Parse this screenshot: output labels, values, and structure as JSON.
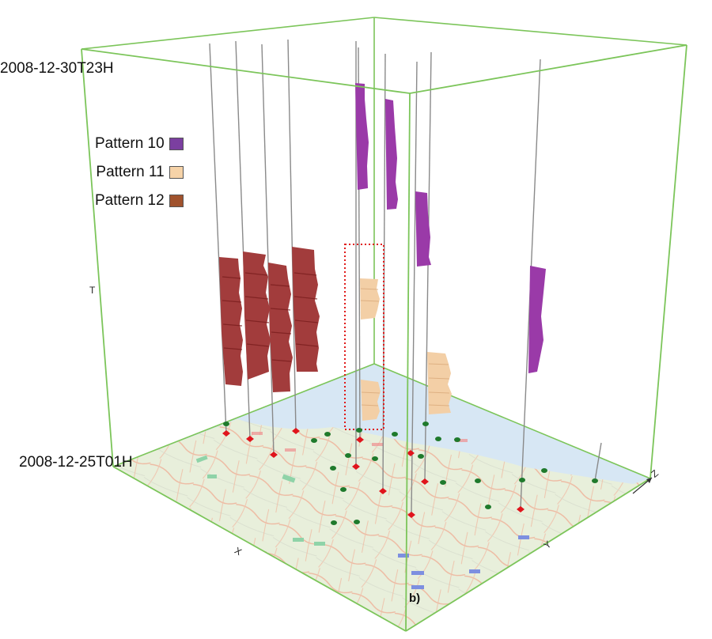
{
  "figure": {
    "panel_label": "b)",
    "time_axis": {
      "label": "T",
      "top": "2008-12-30T23H",
      "bottom": "2008-12-25T01H"
    },
    "axes": {
      "x": "X",
      "y": "Y",
      "z": "Z"
    },
    "legend": [
      {
        "label": "Pattern 10",
        "color": "#7b3fa0"
      },
      {
        "label": "Pattern 11",
        "color": "#f6d3a8"
      },
      {
        "label": "Pattern 12",
        "color": "#a0522d"
      }
    ],
    "colors": {
      "cube_edge": "#7cc55a",
      "pattern10": "#9a3aa8",
      "pattern11": "#f3cfa6",
      "pattern12": "#a23c3c",
      "station_red": "#e0141c",
      "station_green": "#1f7a2c",
      "highlight_box": "#e01a1a",
      "map_land": "#e9f0dc",
      "map_sea": "#d6e6f3"
    },
    "highlight": "dotted red box around Pattern 11 column"
  },
  "chart_data": {
    "type": "space-time-cube",
    "title": "",
    "time_range": [
      "2008-12-25T01H",
      "2008-12-30T23H"
    ],
    "axes": {
      "x": "X",
      "y": "Y",
      "t": "T"
    },
    "legend": [
      "Pattern 10",
      "Pattern 11",
      "Pattern 12"
    ],
    "series": [
      {
        "name": "Pattern 10",
        "color": "#7b3fa0",
        "columns": 4,
        "note": "purple stacked bars near upper time range at 4 stations"
      },
      {
        "name": "Pattern 11",
        "color": "#f6d3a8",
        "columns": 3,
        "note": "light orange bars at mid/lower time, one highlighted"
      },
      {
        "name": "Pattern 12",
        "color": "#a0522d",
        "columns": 4,
        "note": "dark red bars mid time range at 4 western stations"
      }
    ],
    "stations": {
      "with_pattern_red": 11,
      "other_green": 18
    }
  }
}
